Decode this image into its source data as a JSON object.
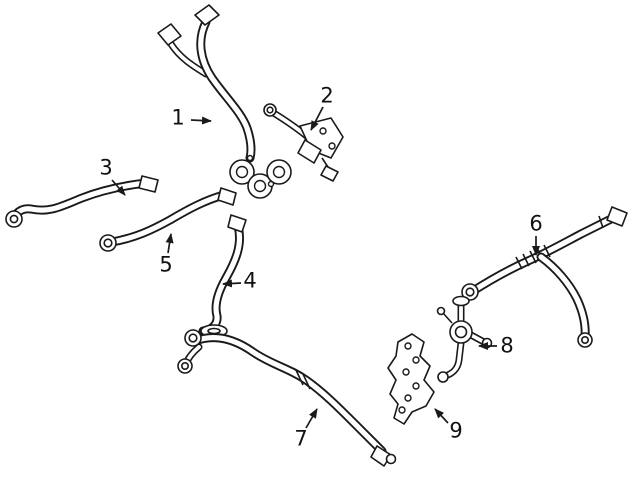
{
  "diagram": {
    "background_color": "#ffffff",
    "line_color": "#1a1a1a",
    "callouts": [
      {
        "label": "1"
      },
      {
        "label": "2"
      },
      {
        "label": "3"
      },
      {
        "label": "4"
      },
      {
        "label": "5"
      },
      {
        "label": "6"
      },
      {
        "label": "7"
      },
      {
        "label": "8"
      },
      {
        "label": "9"
      }
    ]
  }
}
